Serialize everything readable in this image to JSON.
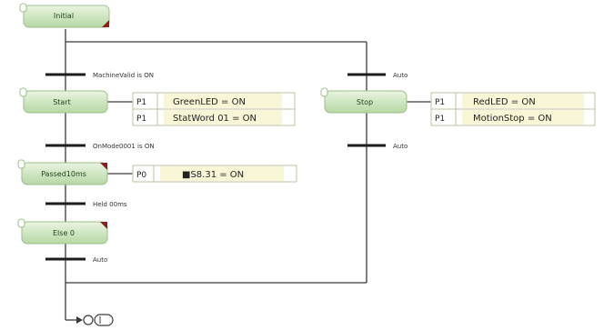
{
  "colors": {
    "step_fill_top": "#e9f4e1",
    "step_fill_bottom": "#b6d8a3",
    "step_stroke": "#9cbf8a",
    "action_fill": "#f8f6d6",
    "action_stroke": "#c2c2a4",
    "corner_mark": "#8e1d1d",
    "line": "#3a3a3a"
  },
  "steps": {
    "initial": "Initial",
    "start": "Start",
    "stop": "Stop",
    "passed": "Passed10ms",
    "else": "Else 0"
  },
  "transitions": {
    "t1": "MachineValid is ON",
    "t2": "OnMode0001 is ON",
    "t3": "Held 00ms",
    "t4": "Auto",
    "t5": "Auto",
    "t6": "Auto"
  },
  "actions": {
    "start_row1_q": "P1",
    "start_row1_text": "GreenLED = ON",
    "start_row2_q": "P1",
    "start_row2_text": "StatWord 01 = ON",
    "stop_row1_q": "P1",
    "stop_row1_text": "RedLED = ON",
    "stop_row2_q": "P1",
    "stop_row2_text": "MotionStop = ON",
    "passed_row1_q": "P0",
    "passed_row1_text": "■S8.31 = ON"
  },
  "jump_icon": "jump-arrow-icon"
}
